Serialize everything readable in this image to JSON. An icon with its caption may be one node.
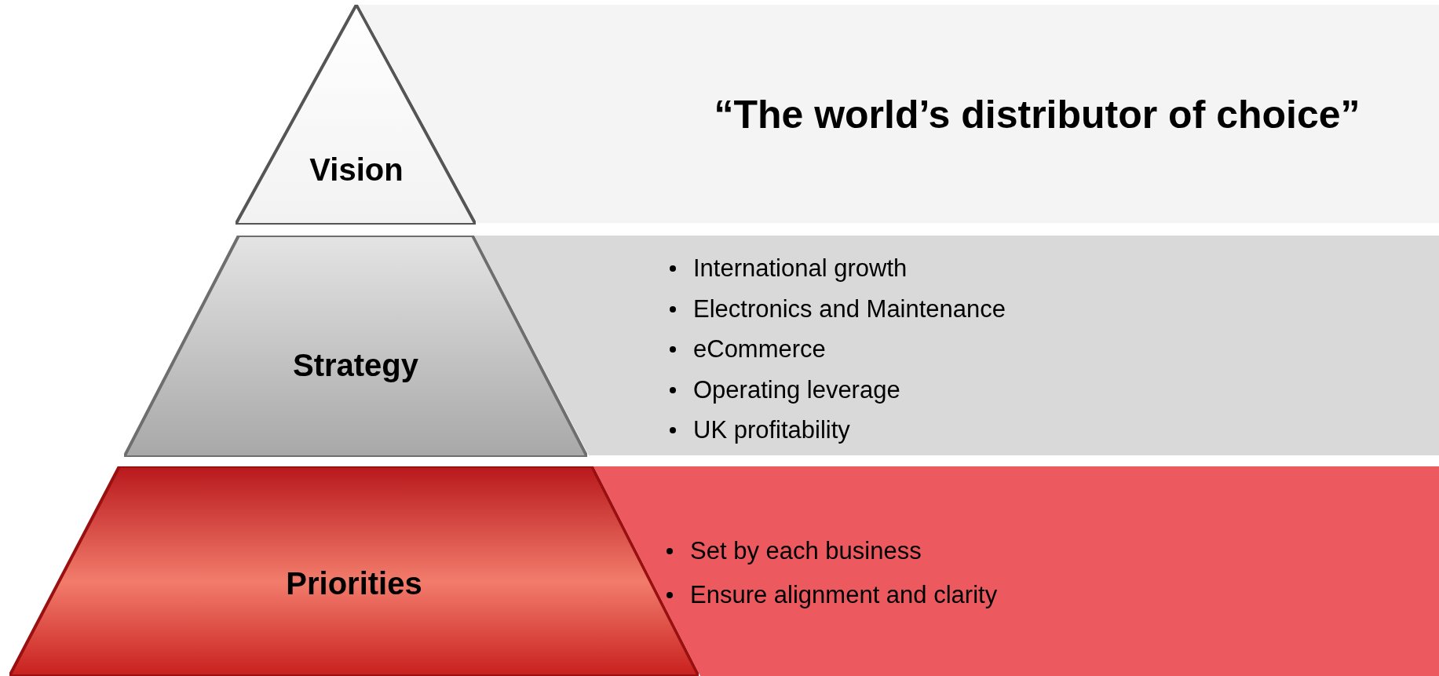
{
  "diagram": {
    "nodes": [
      {
        "text": [
          "Vision"
        ]
      },
      {
        "text": [
          "“The world’s distributor of choice”"
        ]
      },
      {
        "text": [
          "Strategy"
        ]
      },
      {
        "text": [
          "International growth",
          "Electronics and Maintenance",
          "eCommerce",
          "Operating leverage",
          "UK profitability"
        ]
      },
      {
        "text": [
          "Priorities"
        ]
      },
      {
        "text": [
          "Set by each business",
          "Ensure alignment and clarity"
        ]
      }
    ]
  }
}
